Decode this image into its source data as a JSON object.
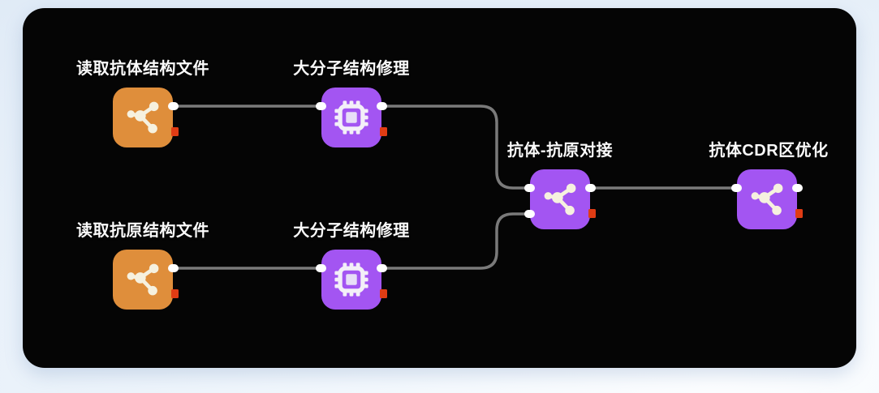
{
  "colors": {
    "canvas_background": "#050505",
    "page_background_tint": "#dfeaf6",
    "node_orange": "#DF8E3B",
    "node_purple": "#A355F2",
    "wire_gray": "#7a7a7a",
    "port_white": "#ffffff",
    "status_tag_red": "#E03C14",
    "label_text": "#fafafa",
    "icon_cream": "#F6F1DF",
    "icon_chip_white": "#F3EFF8",
    "icon_chip_inner": "#E7DEF7"
  },
  "workflow": {
    "nodes": [
      {
        "id": "read-antibody-structure",
        "label": "读取抗体结构文件",
        "icon": "molecule-icon",
        "color": "#DF8E3B",
        "inputs": 0,
        "outputs": 1
      },
      {
        "id": "macromolecule-repair-top",
        "label": "大分子结构修理",
        "icon": "chip-icon",
        "color": "#A355F2",
        "inputs": 1,
        "outputs": 1
      },
      {
        "id": "read-antigen-structure",
        "label": "读取抗原结构文件",
        "icon": "molecule-icon",
        "color": "#DF8E3B",
        "inputs": 0,
        "outputs": 1
      },
      {
        "id": "macromolecule-repair-bottom",
        "label": "大分子结构修理",
        "icon": "chip-icon",
        "color": "#A355F2",
        "inputs": 1,
        "outputs": 1
      },
      {
        "id": "antibody-antigen-docking",
        "label": "抗体-抗原对接",
        "icon": "molecule-icon",
        "color": "#A355F2",
        "inputs": 2,
        "outputs": 1
      },
      {
        "id": "antibody-cdr-optimization",
        "label": "抗体CDR区优化",
        "icon": "molecule-icon",
        "color": "#A355F2",
        "inputs": 1,
        "outputs": 1
      }
    ],
    "edges": [
      {
        "from": "read-antibody-structure",
        "to": "macromolecule-repair-top"
      },
      {
        "from": "read-antigen-structure",
        "to": "macromolecule-repair-bottom"
      },
      {
        "from": "macromolecule-repair-top",
        "to": "antibody-antigen-docking",
        "to_port": "input-1"
      },
      {
        "from": "macromolecule-repair-bottom",
        "to": "antibody-antigen-docking",
        "to_port": "input-2"
      },
      {
        "from": "antibody-antigen-docking",
        "to": "antibody-cdr-optimization"
      }
    ]
  }
}
